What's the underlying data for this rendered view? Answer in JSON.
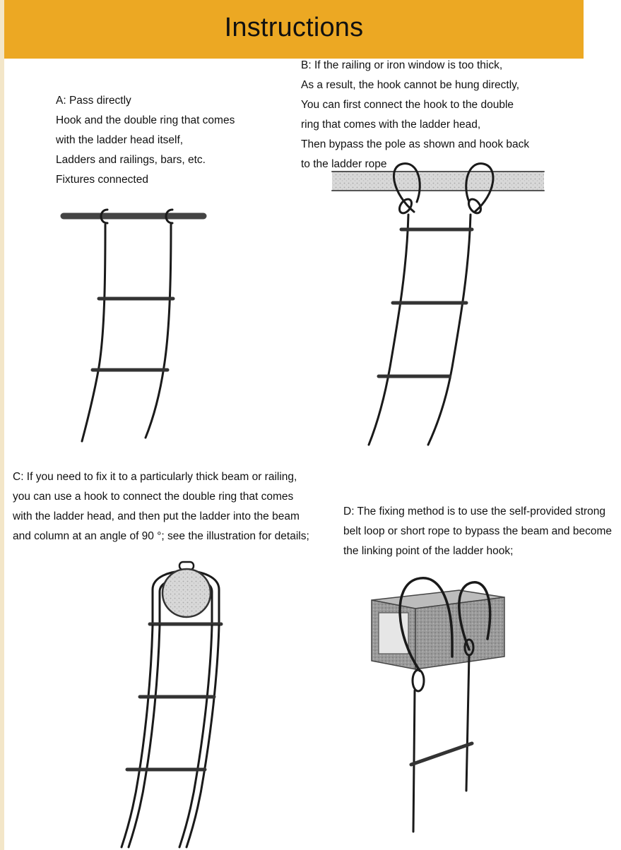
{
  "header": {
    "title": "Instructions",
    "color": "#eca823"
  },
  "section_a": {
    "lines": [
      "A: Pass directly",
      "Hook and the double ring that comes",
      "with the ladder head itself,",
      "Ladders and railings, bars, etc.",
      "Fixtures connected"
    ]
  },
  "section_b": {
    "lines": [
      "B: If the railing or iron window is too thick,",
      "As a result, the hook cannot be hung directly,",
      "You can first connect the hook to the double",
      "ring that comes with the ladder head,",
      "Then bypass the pole as shown and hook back",
      "to the ladder rope"
    ]
  },
  "section_c": {
    "lines": [
      "C: If you need to fix it to a particularly thick beam or railing,",
      "you can use a hook to connect the double ring that comes",
      "with the ladder head, and then put the ladder into the beam",
      "and column at an angle of 90 °; see the illustration for details;"
    ]
  },
  "section_d": {
    "lines": [
      "D: The fixing method is to use the self-provided strong",
      "belt loop or short rope to bypass the beam and become",
      "the linking point of the ladder hook;"
    ]
  }
}
